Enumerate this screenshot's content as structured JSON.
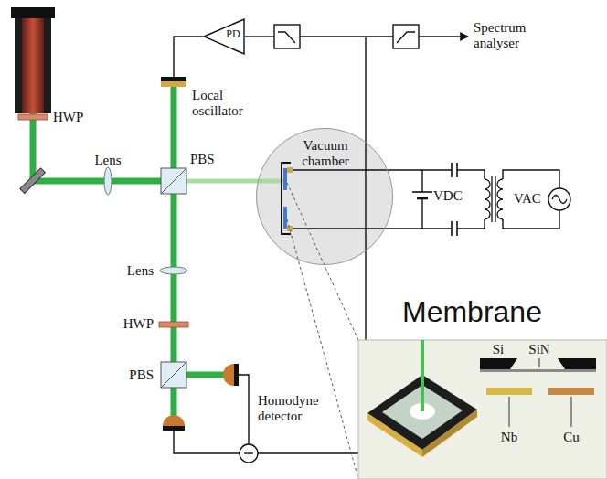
{
  "diagram": {
    "nodes": [
      {
        "text": [
          "PD"
        ]
      },
      {
        "text": [
          "Vacuum chamber"
        ]
      },
      {
        "text": [
          "Membrane"
        ]
      }
    ],
    "labels": [
      "HWP",
      "Lens",
      "PBS",
      "Local oscillator",
      "Lens",
      "HWP",
      "PBS",
      "Homodyne detector",
      "Spectrum analyser",
      "VDC",
      "VAC",
      "Si",
      "SiN",
      "Nb",
      "Cu"
    ]
  }
}
